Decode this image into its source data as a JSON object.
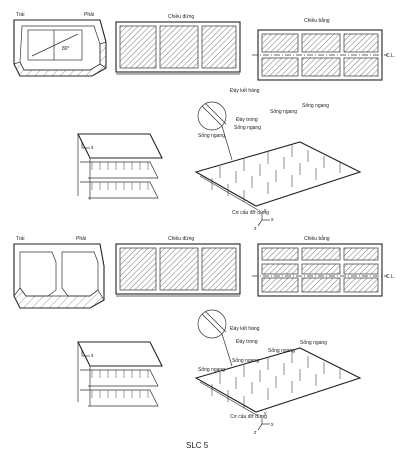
{
  "figure": {
    "caption": "SLC 5",
    "top": {
      "section_left_label": "Trái",
      "section_right_label": "Phải",
      "section_angle_label": "80°",
      "elevation_title": "Chiều đứng",
      "plan_title": "Chiều bằng",
      "centerline_label": "C.L.",
      "detail_labels": {
        "bay_ket_hang": "Đáy kết hàng",
        "day_trong": "Đáy trong",
        "song_ngang_1": "Sống ngang",
        "song_ngang_2": "Sống ngang",
        "song_ngang_3": "Sống ngang",
        "song_ngang_4": "Sống ngang",
        "co_cau_do_dung": "Cơ cấu đỡ đứng"
      },
      "axes": {
        "x": "x",
        "y": "y",
        "z": "z"
      }
    },
    "bottom": {
      "section_left_label": "Trái",
      "section_right_label": "Phải",
      "elevation_title": "Chiều đứng",
      "plan_title": "Chiều bằng",
      "centerline_label": "C.L.",
      "detail_labels": {
        "bay_ket_hang": "Đáy kết hàng",
        "day_trong": "Đáy trong",
        "song_ngang_1": "Sống ngang",
        "song_ngang_2": "Sống ngang",
        "song_ngang_3": "Sống ngang",
        "song_ngang_4": "Sống ngang",
        "co_cau_do_dung": "Cơ cấu đỡ đứng"
      },
      "axes": {
        "x": "x",
        "y": "y",
        "z": "z"
      }
    }
  }
}
